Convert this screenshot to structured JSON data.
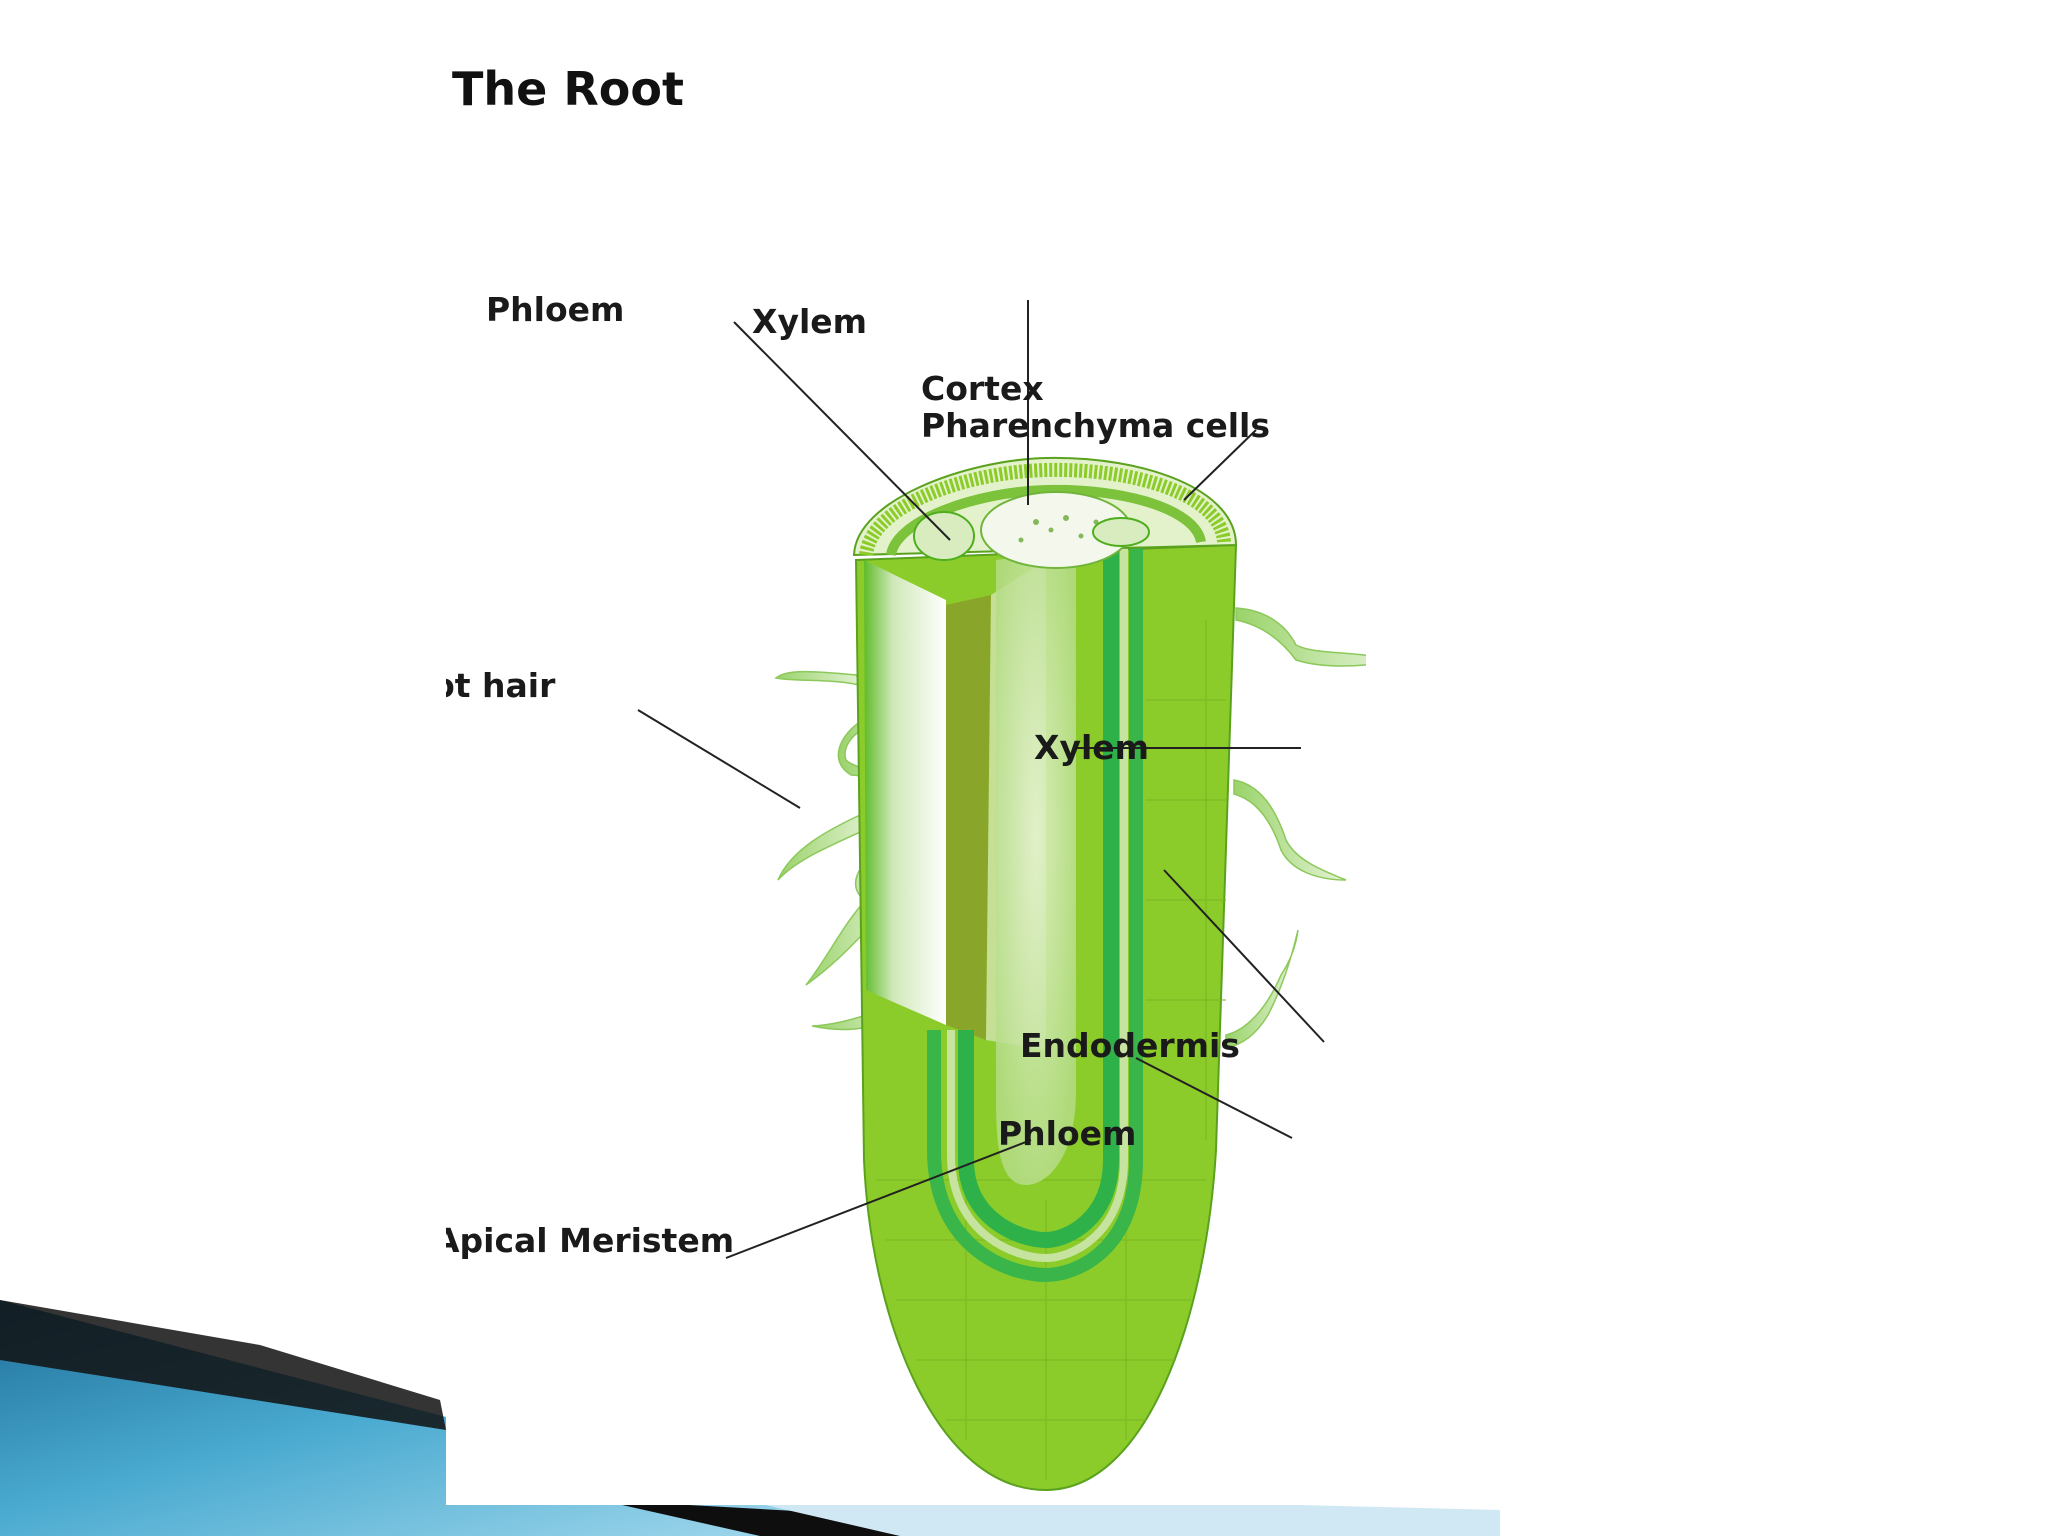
{
  "slide": {
    "title": "The Root"
  },
  "diagram": {
    "labels": {
      "phloem_top": "Phloem",
      "xylem_top": "Xylem",
      "cortex_line1": "Cortex",
      "cortex_line2": "Pharenchyma cells",
      "root_hair": "Root hair",
      "xylem_right": "Xylem",
      "endodermis": "Endodermis",
      "phloem_right": "Phloem",
      "apical_meristem": "Apical Meristem"
    }
  },
  "colors": {
    "root_green": "#8ccc2a",
    "root_dark": "#4fae1e",
    "vascular_band": "#2fb14a",
    "stele_light": "#c6e4a0",
    "slide_accent_blue": "#3e9cc2"
  }
}
